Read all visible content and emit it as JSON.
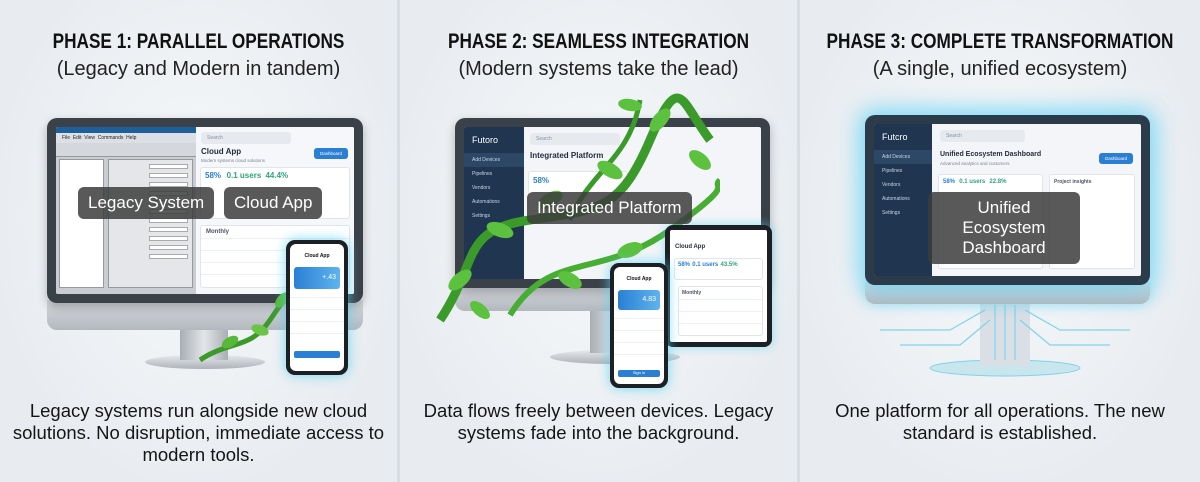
{
  "phases": [
    {
      "title": "PHASE 1: PARALLEL OPERATIONS",
      "subtitle": "(Legacy and Modern in tandem)",
      "desc": "Legacy systems run alongside new cloud solutions. No disruption, immediate access to modern tools.",
      "labels": [
        "Legacy System",
        "Cloud App"
      ],
      "legacy_menu": [
        "File",
        "Edit",
        "View",
        "Commands",
        "Help"
      ],
      "cloud": {
        "search": "Search",
        "title": "Cloud App",
        "subtitle": "Modern systems cloud solutions",
        "button": "Dashboard",
        "stat1": "58%",
        "stat2": "0.1 users",
        "stat3": "44.4%",
        "section": "Monthly"
      },
      "phone": {
        "title": "Cloud App",
        "value": "+.43"
      }
    },
    {
      "title": "PHASE 2: SEAMLESS INTEGRATION",
      "subtitle": "(Modern systems take the lead)",
      "desc": "Data flows freely between devices. Legacy systems fade into the background.",
      "label": "Integrated Platform",
      "app": {
        "logo": "Futoro",
        "search": "Search",
        "title": "Integrated Platform",
        "stat1": "58%",
        "nav": [
          "Add Devices",
          "Pipelines",
          "Vendors",
          "Automations",
          "Settings"
        ]
      },
      "tablet": {
        "title": "Cloud App",
        "stat1": "58%",
        "stat2": "0.1 users",
        "stat3": "43.5%",
        "section": "Monthly"
      },
      "phone": {
        "title": "Cloud App",
        "value": "4.83",
        "button": "Sign in"
      }
    },
    {
      "title": "PHASE 3: COMPLETE TRANSFORMATION",
      "subtitle": "(A single, unified ecosystem)",
      "desc": "One platform for all operations. The new standard is established.",
      "label": "Unified Ecosystem Dashboard",
      "app": {
        "logo": "Futcro",
        "search": "Search",
        "title": "Unified Ecosystem Dashboard",
        "subtitle": "Advanced analytics and customers",
        "button": "Dashboard",
        "stat1": "58%",
        "stat2": "0.1 users",
        "stat3": "22.8%",
        "panel": "Project insights",
        "nav": [
          "Add Devices",
          "Pipelines",
          "Vendors",
          "Automations",
          "Settings"
        ]
      }
    }
  ]
}
